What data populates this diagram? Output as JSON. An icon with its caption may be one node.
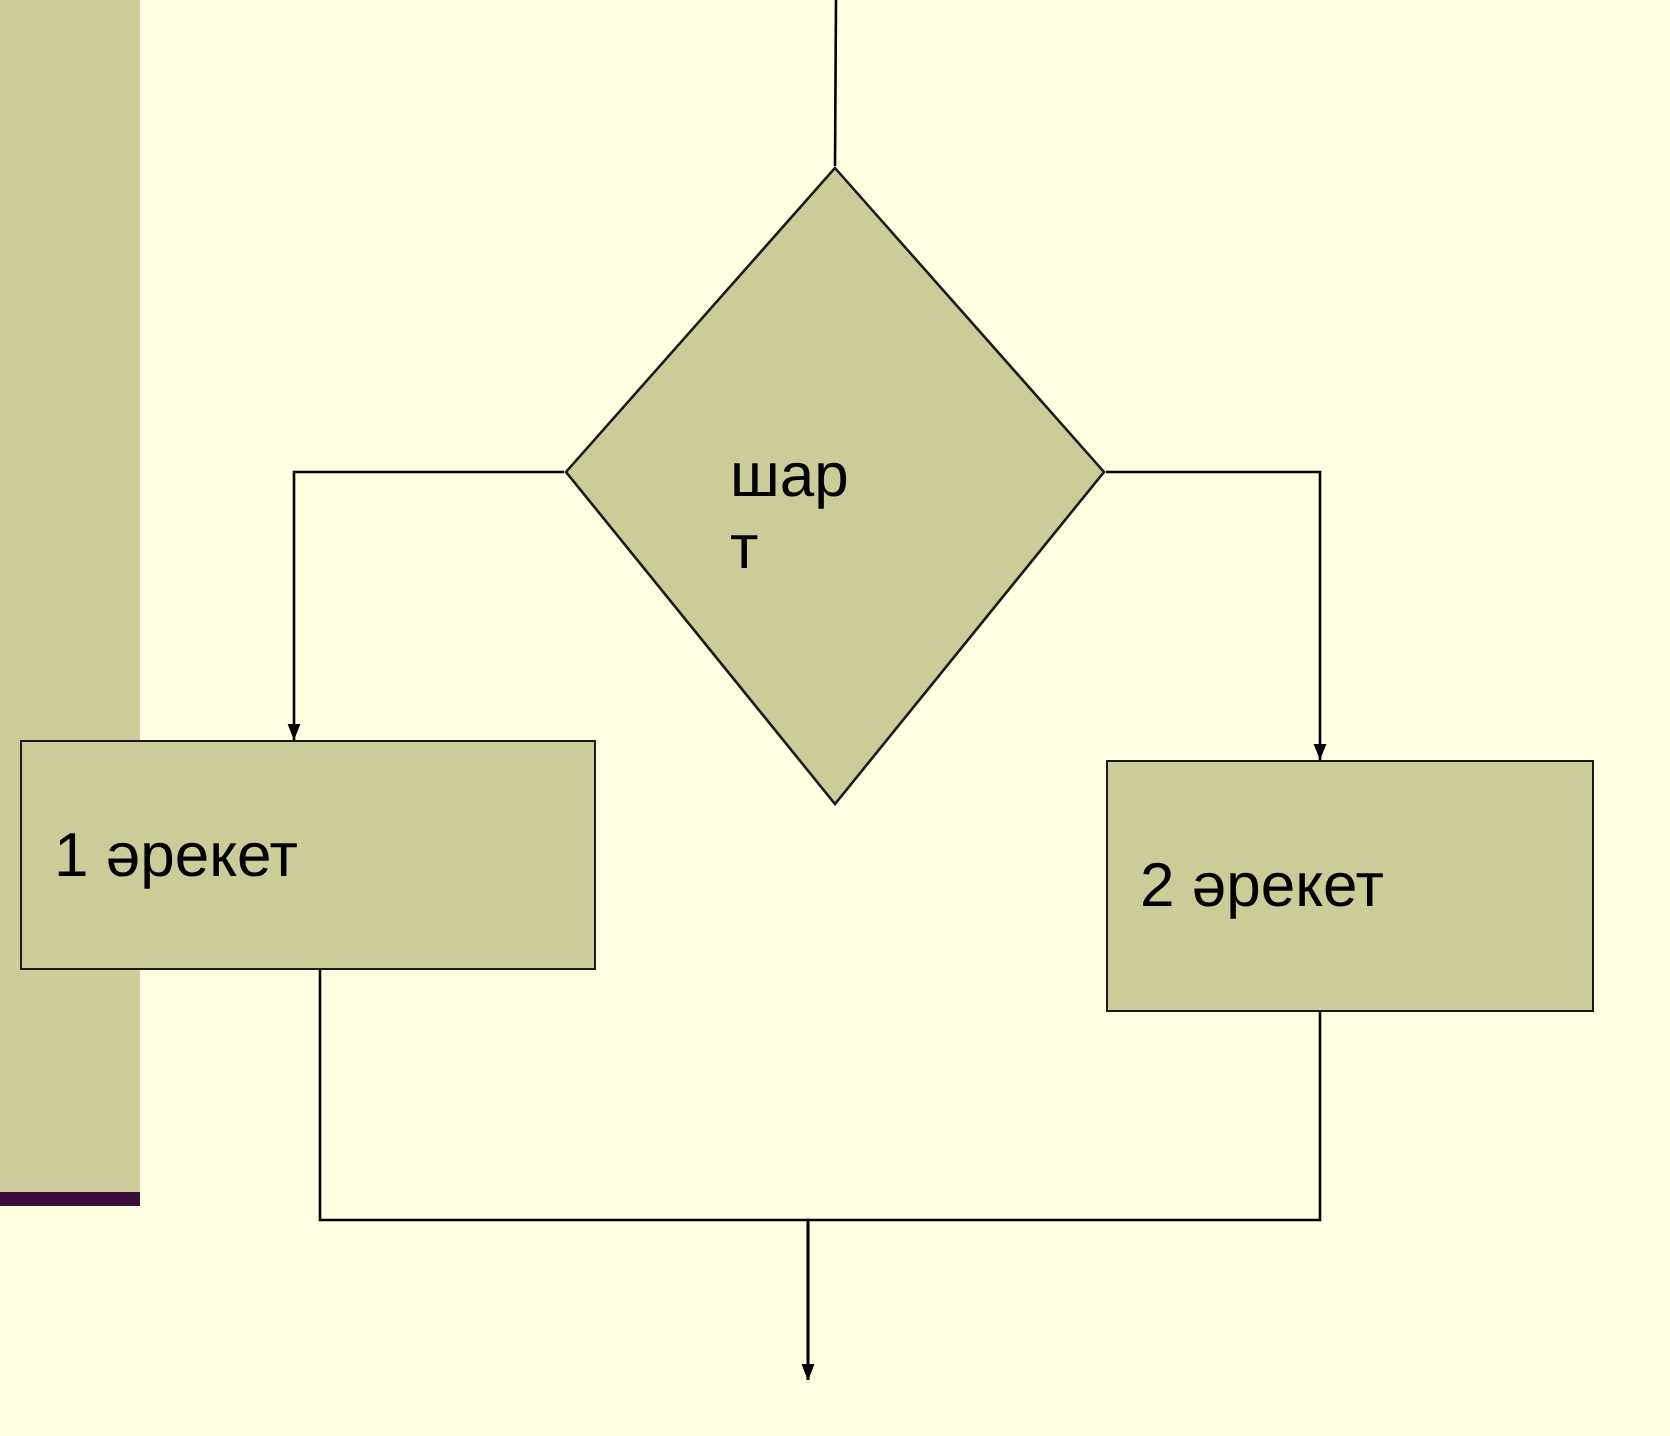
{
  "diagram": {
    "nodes": [
      {
        "text": [
          "шар т"
        ]
      },
      {
        "text": [
          "1 әрекет"
        ]
      },
      {
        "text": [
          "2 әрекет"
        ]
      }
    ],
    "edges": [
      {
        "from": null,
        "to": 0,
        "arrow": "none"
      },
      {
        "from": 0,
        "to": 1,
        "arrow": "to"
      },
      {
        "from": 0,
        "to": 2,
        "arrow": "to"
      },
      {
        "from": 1,
        "to": null,
        "arrow": "to"
      },
      {
        "from": 2,
        "to": null,
        "arrow": "to"
      }
    ]
  }
}
